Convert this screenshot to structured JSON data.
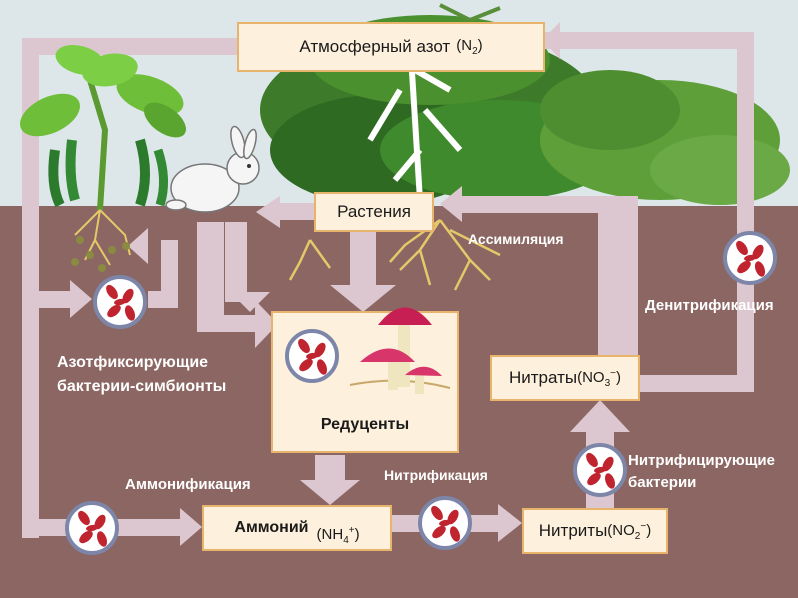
{
  "colors": {
    "sky": "#dde7ea",
    "soil": "#8b6662",
    "flow": "#dcc6cf",
    "box_fill": "#fdf0dc",
    "box_border": "#e8b36b",
    "label": "#ffffff",
    "bacteria": "#c0242e"
  },
  "icons": [
    "bean-plant-icon",
    "rabbit-icon",
    "tree-icon",
    "mushroom-icon",
    "bacteria-icon"
  ],
  "nodes": {
    "atmosphere": {
      "label": "Атмосферный азот",
      "formula": "N",
      "subscript": "2"
    },
    "plants": {
      "label": "Растения"
    },
    "reducers": {
      "label": "Редуценты"
    },
    "ammonium": {
      "label": "Аммоний",
      "formula": "NH",
      "subscript": "4",
      "superscript": "+"
    },
    "nitrites": {
      "label": "Нитриты",
      "formula": "NO",
      "subscript": "2",
      "superscript": "−"
    },
    "nitrates": {
      "label": "Нитраты",
      "formula": "NO",
      "subscript": "3",
      "superscript": "−"
    }
  },
  "process_labels": {
    "assimilation": "Ассимиляция",
    "denitrification": "Денитрификация",
    "nitrifying_bacteria_line1": "Нитрифицирующие",
    "nitrifying_bacteria_line2": "бактерии",
    "nitrification": "Нитрификация",
    "ammonification": "Аммонификация",
    "symbiont_line1": "Азотфиксирующие",
    "symbiont_line2": "бактерии-симбионты"
  }
}
